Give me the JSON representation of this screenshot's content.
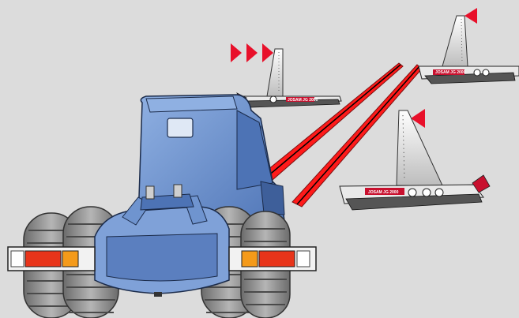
{
  "scene": {
    "description_visible_text": [
      "JOSAM JG 2000",
      "JOSAM JG 2000",
      "JOSAM JG 2000"
    ],
    "colors": {
      "background": "#dcdcdc",
      "cab_blue": "#6f94cf",
      "cab_dark": "#3e5f9a",
      "laser_red": "#ff1a1a",
      "laser_dark": "#7a1010",
      "arrow_red": "#e8102a",
      "tire_gray": "#9a9a9a",
      "tire_dark": "#5a5a5a",
      "lamp_red": "#e8341a",
      "lamp_amber": "#f49a1a"
    },
    "gauges": [
      {
        "id": "left",
        "brand_label": "JOSAM JG 2000",
        "arrow_count": 3
      },
      {
        "id": "top-right",
        "brand_label": "JOSAM JG 2000",
        "arrow_count": 1
      },
      {
        "id": "bottom-right",
        "brand_label": "JOSAM JG 2000",
        "arrow_count": 1
      }
    ]
  }
}
